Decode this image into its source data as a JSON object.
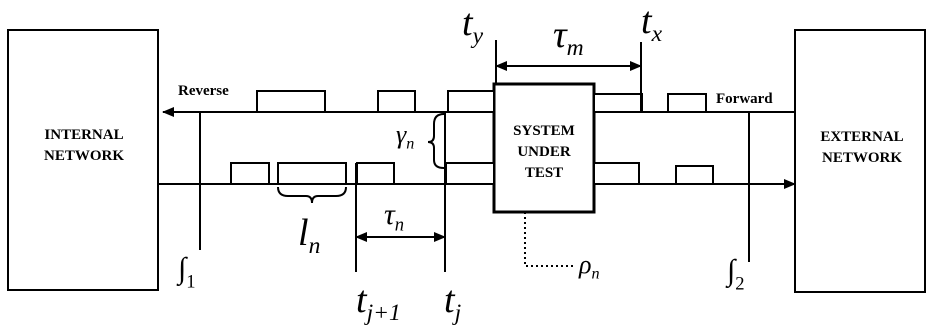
{
  "nodes": {
    "internal": {
      "line1": "INTERNAL",
      "line2": "NETWORK"
    },
    "external": {
      "line1": "EXTERNAL",
      "line2": "NETWORK"
    },
    "sut": {
      "line1": "SYSTEM",
      "line2": "UNDER",
      "line3": "TEST"
    }
  },
  "directions": {
    "reverse": "Reverse",
    "forward": "Forward"
  },
  "symbols": {
    "t_y": {
      "base": "t",
      "sub": "y"
    },
    "t_x": {
      "base": "t",
      "sub": "x"
    },
    "tau_m": {
      "base": "τ",
      "sub": "m"
    },
    "gamma_n": {
      "base": "γ",
      "sub": "n"
    },
    "l_n": {
      "base": "l",
      "sub": "n"
    },
    "tau_n": {
      "base": "τ",
      "sub": "n"
    },
    "rho_n": {
      "base": "ρ",
      "sub": "n"
    },
    "t_j1": {
      "base": "t",
      "sub": "j+1"
    },
    "t_j": {
      "base": "t",
      "sub": "j"
    },
    "int_1": {
      "base": "∫",
      "sub": "1"
    },
    "int_2": {
      "base": "∫",
      "sub": "2"
    }
  },
  "colors": {
    "ink": "#000000",
    "background": "#ffffff"
  }
}
